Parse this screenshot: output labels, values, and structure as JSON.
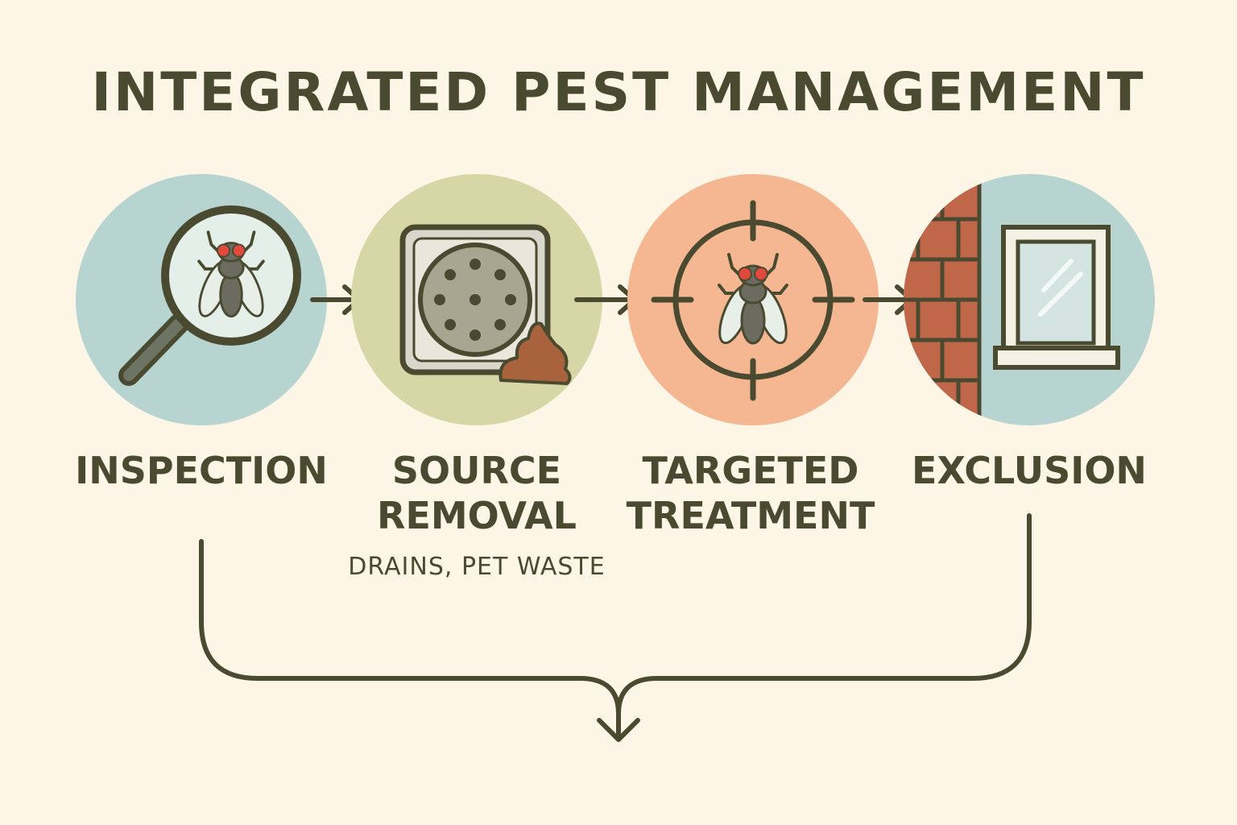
{
  "title": "INTEGRATED PEST MANAGEMENT",
  "steps": [
    {
      "label": "INSPECTION",
      "icon": "magnifier-fly-icon",
      "color": "#b7d4d0"
    },
    {
      "label": "SOURCE\nREMOVAL",
      "sublabel": "DRAINS, PET WASTE",
      "icon": "drain-waste-icon",
      "color": "#d7d6a6"
    },
    {
      "label": "TARGETED\nTREATMENT",
      "icon": "target-fly-icon",
      "color": "#f5b792"
    },
    {
      "label": "EXCLUSION",
      "icon": "wall-window-icon",
      "color": "#b7d4d0"
    }
  ],
  "colors": {
    "background": "#fdf5e6",
    "ink": "#4a4a30",
    "brick": "#c0674a",
    "fly_eye": "#e0493c"
  }
}
